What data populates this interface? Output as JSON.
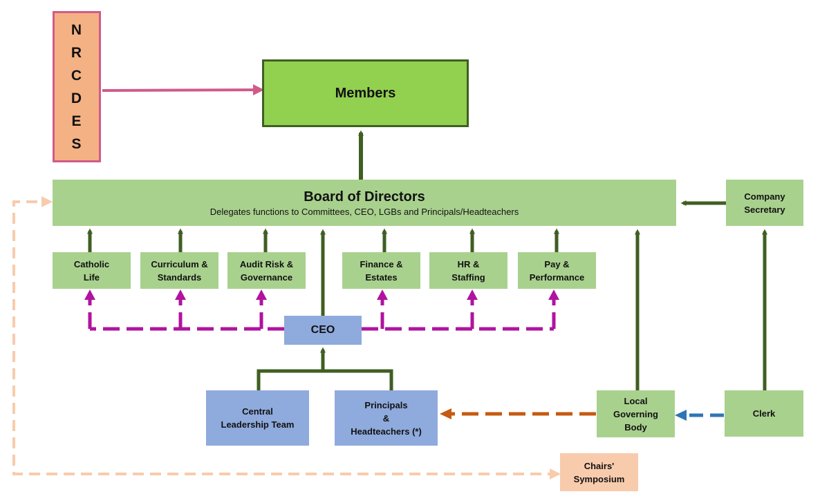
{
  "nrcdes": "N\nR\nC\nD\nE\nS",
  "members": "Members",
  "board": {
    "title": "Board of Directors",
    "subtitle": "Delegates functions to Committees, CEO, LGBs and Principals/Headteachers"
  },
  "company_secretary": "Company\nSecretary",
  "committees": {
    "catholic_life": "Catholic\nLife",
    "curriculum": "Curriculum &\nStandards",
    "audit": "Audit Risk &\nGovernance",
    "finance": "Finance &\nEstates",
    "hr": "HR &\nStaffing",
    "pay": "Pay &\nPerformance"
  },
  "ceo": "CEO",
  "clt": "Central\nLeadership Team",
  "principals": "Principals\n&\nHeadteachers (*)",
  "lgb": "Local\nGoverning\nBody",
  "clerk": "Clerk",
  "chairs": "Chairs'\nSymposium",
  "colors": {
    "solid_arrow": "#3f5f22",
    "nrcdes_arrow": "#d05a8a",
    "committee_dash": "#b0139f",
    "lgb_dash": "#c55a11",
    "clerk_dash": "#2e75b6",
    "symposium_dash": "#f8cbad",
    "green_box": "#a9d18e",
    "blue_box": "#8faadc"
  }
}
